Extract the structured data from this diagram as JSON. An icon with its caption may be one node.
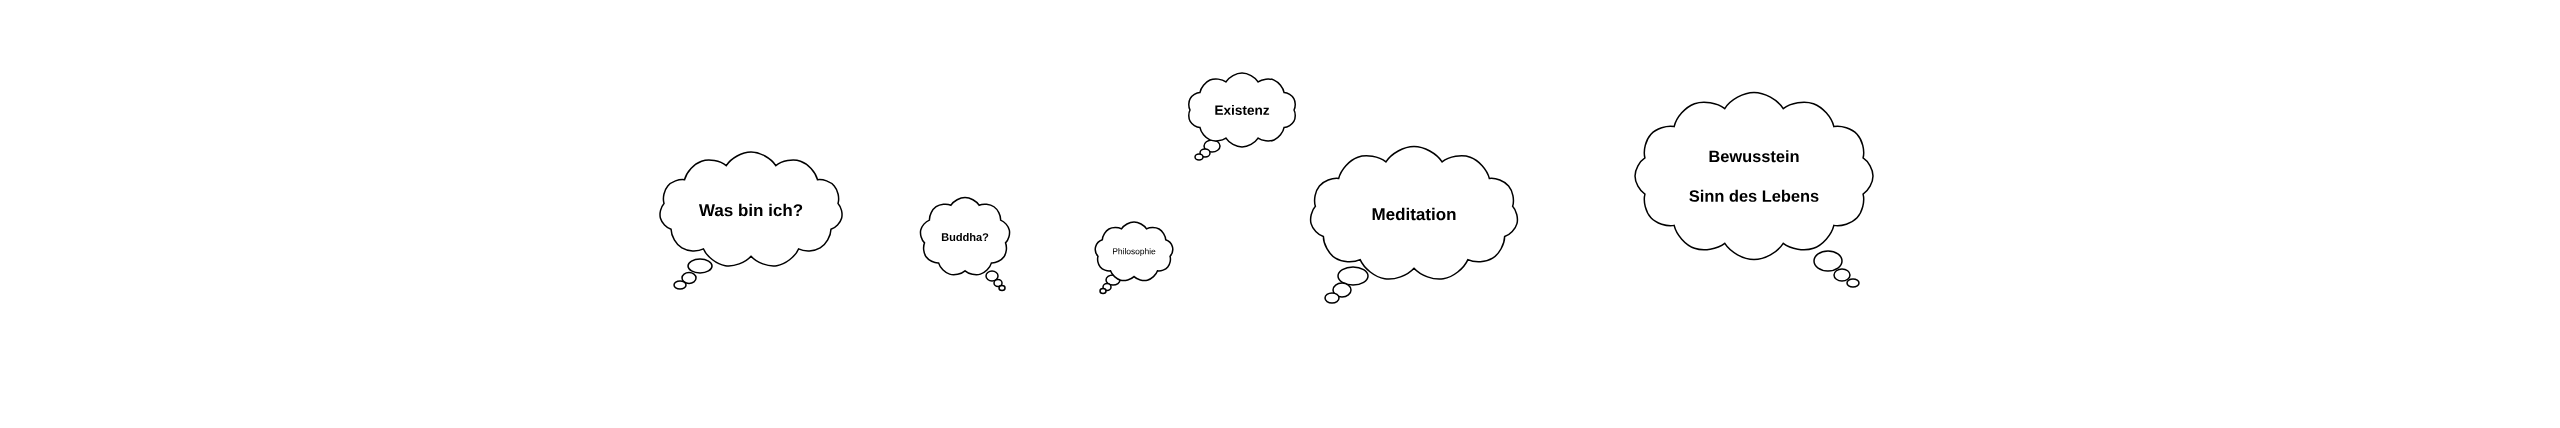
{
  "diagram": {
    "nodes": [
      {
        "text": [
          "Was bin ich?"
        ]
      },
      {
        "text": [
          "Buddha?"
        ]
      },
      {
        "text": [
          "Philosophie"
        ]
      },
      {
        "text": [
          "Existenz"
        ]
      },
      {
        "text": [
          "Meditation"
        ]
      },
      {
        "text": [
          "Bewusstein",
          "Sinn des Lebens"
        ]
      }
    ]
  }
}
